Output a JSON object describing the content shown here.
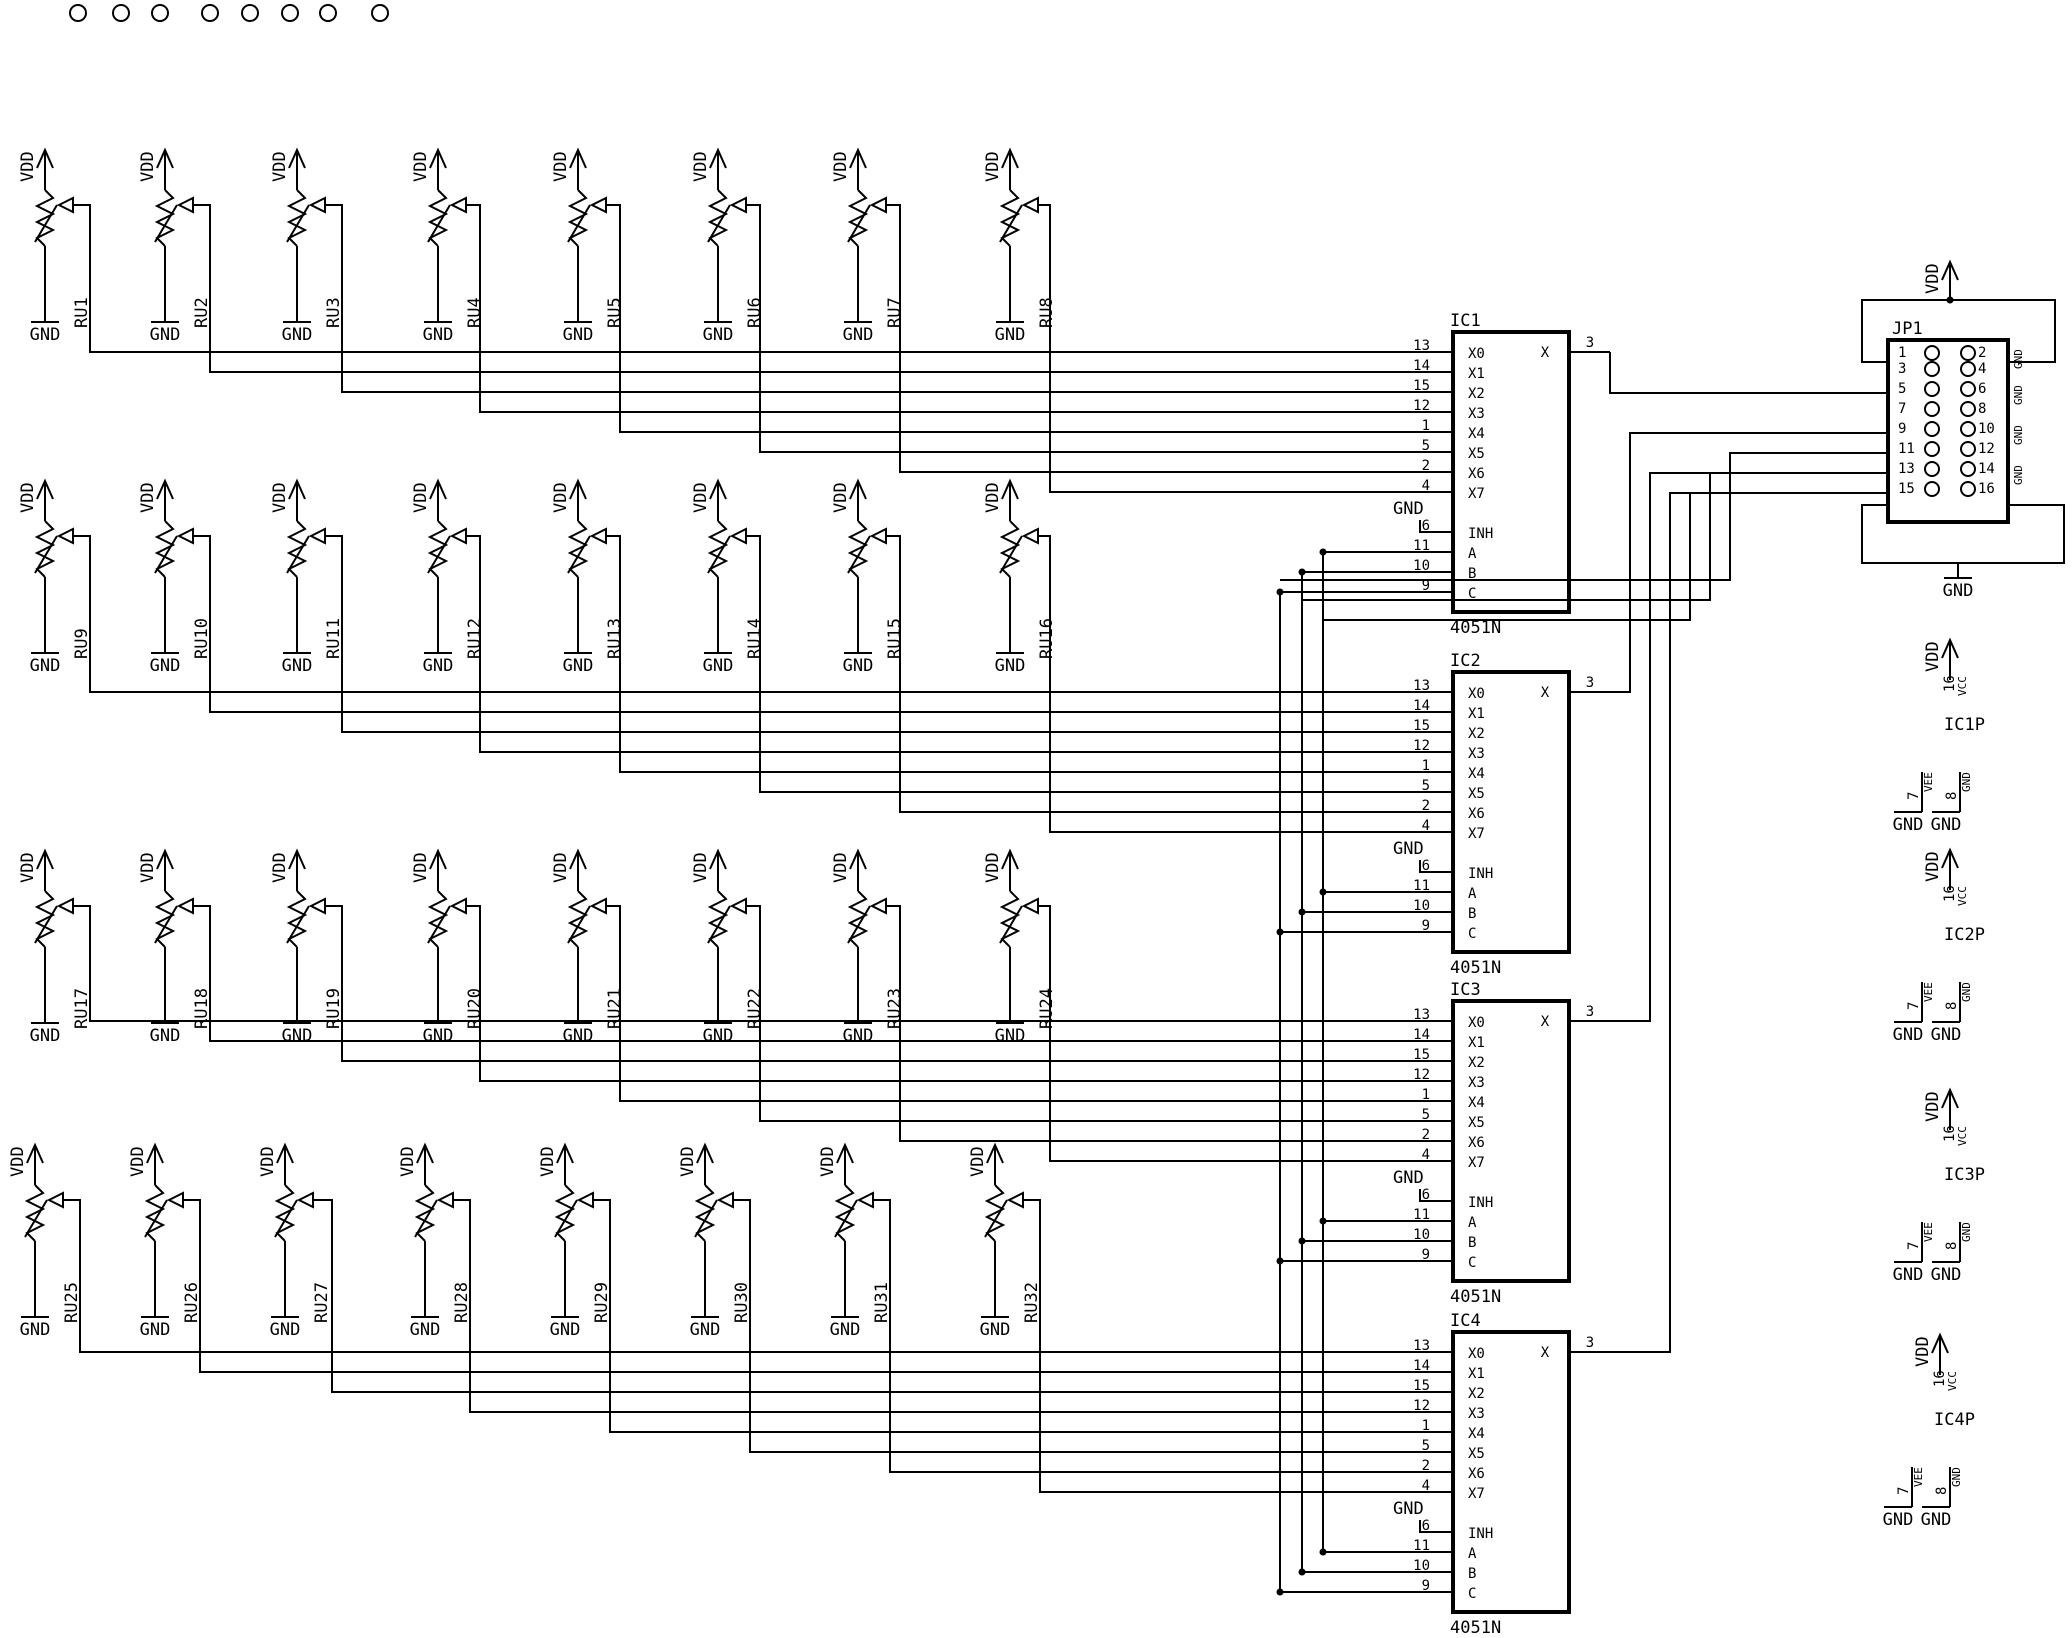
{
  "labels": {
    "vdd": "VDD",
    "gnd": "GND",
    "ic_part": "4051N",
    "connector": "JP1",
    "vee": "VEE",
    "vcc": "VCC",
    "pin_vcc": "16",
    "pin_vee": "7",
    "pin_gnd": "8"
  },
  "pots": [
    "RU1",
    "RU2",
    "RU3",
    "RU4",
    "RU5",
    "RU6",
    "RU7",
    "RU8",
    "RU9",
    "RU10",
    "RU11",
    "RU12",
    "RU13",
    "RU14",
    "RU15",
    "RU16",
    "RU17",
    "RU18",
    "RU19",
    "RU20",
    "RU21",
    "RU22",
    "RU23",
    "RU24",
    "RU25",
    "RU26",
    "RU27",
    "RU28",
    "RU29",
    "RU30",
    "RU31",
    "RU32"
  ],
  "ics": [
    "IC1",
    "IC2",
    "IC3",
    "IC4"
  ],
  "ic_pins": {
    "names": [
      "X0",
      "X1",
      "X2",
      "X3",
      "X4",
      "X5",
      "X6",
      "X7",
      "INH",
      "A",
      "B",
      "C"
    ],
    "input_numbers": [
      "13",
      "14",
      "15",
      "12",
      "1",
      "5",
      "2",
      "4"
    ],
    "inh_number": "6",
    "select_numbers": [
      "11",
      "10",
      "9"
    ],
    "out_name": "X",
    "out_number": "3"
  },
  "power_refs": [
    "IC1P",
    "IC2P",
    "IC3P",
    "IC4P"
  ],
  "jp1": {
    "left_pins": [
      "1",
      "3",
      "5",
      "7",
      "9",
      "11",
      "13",
      "15"
    ],
    "right_pins": [
      "2",
      "4",
      "6",
      "8",
      "10",
      "12",
      "14",
      "16"
    ],
    "right_nets": [
      "GND",
      "GND",
      "GND",
      "GND",
      "GND",
      "GND",
      "GND",
      "GND"
    ]
  }
}
